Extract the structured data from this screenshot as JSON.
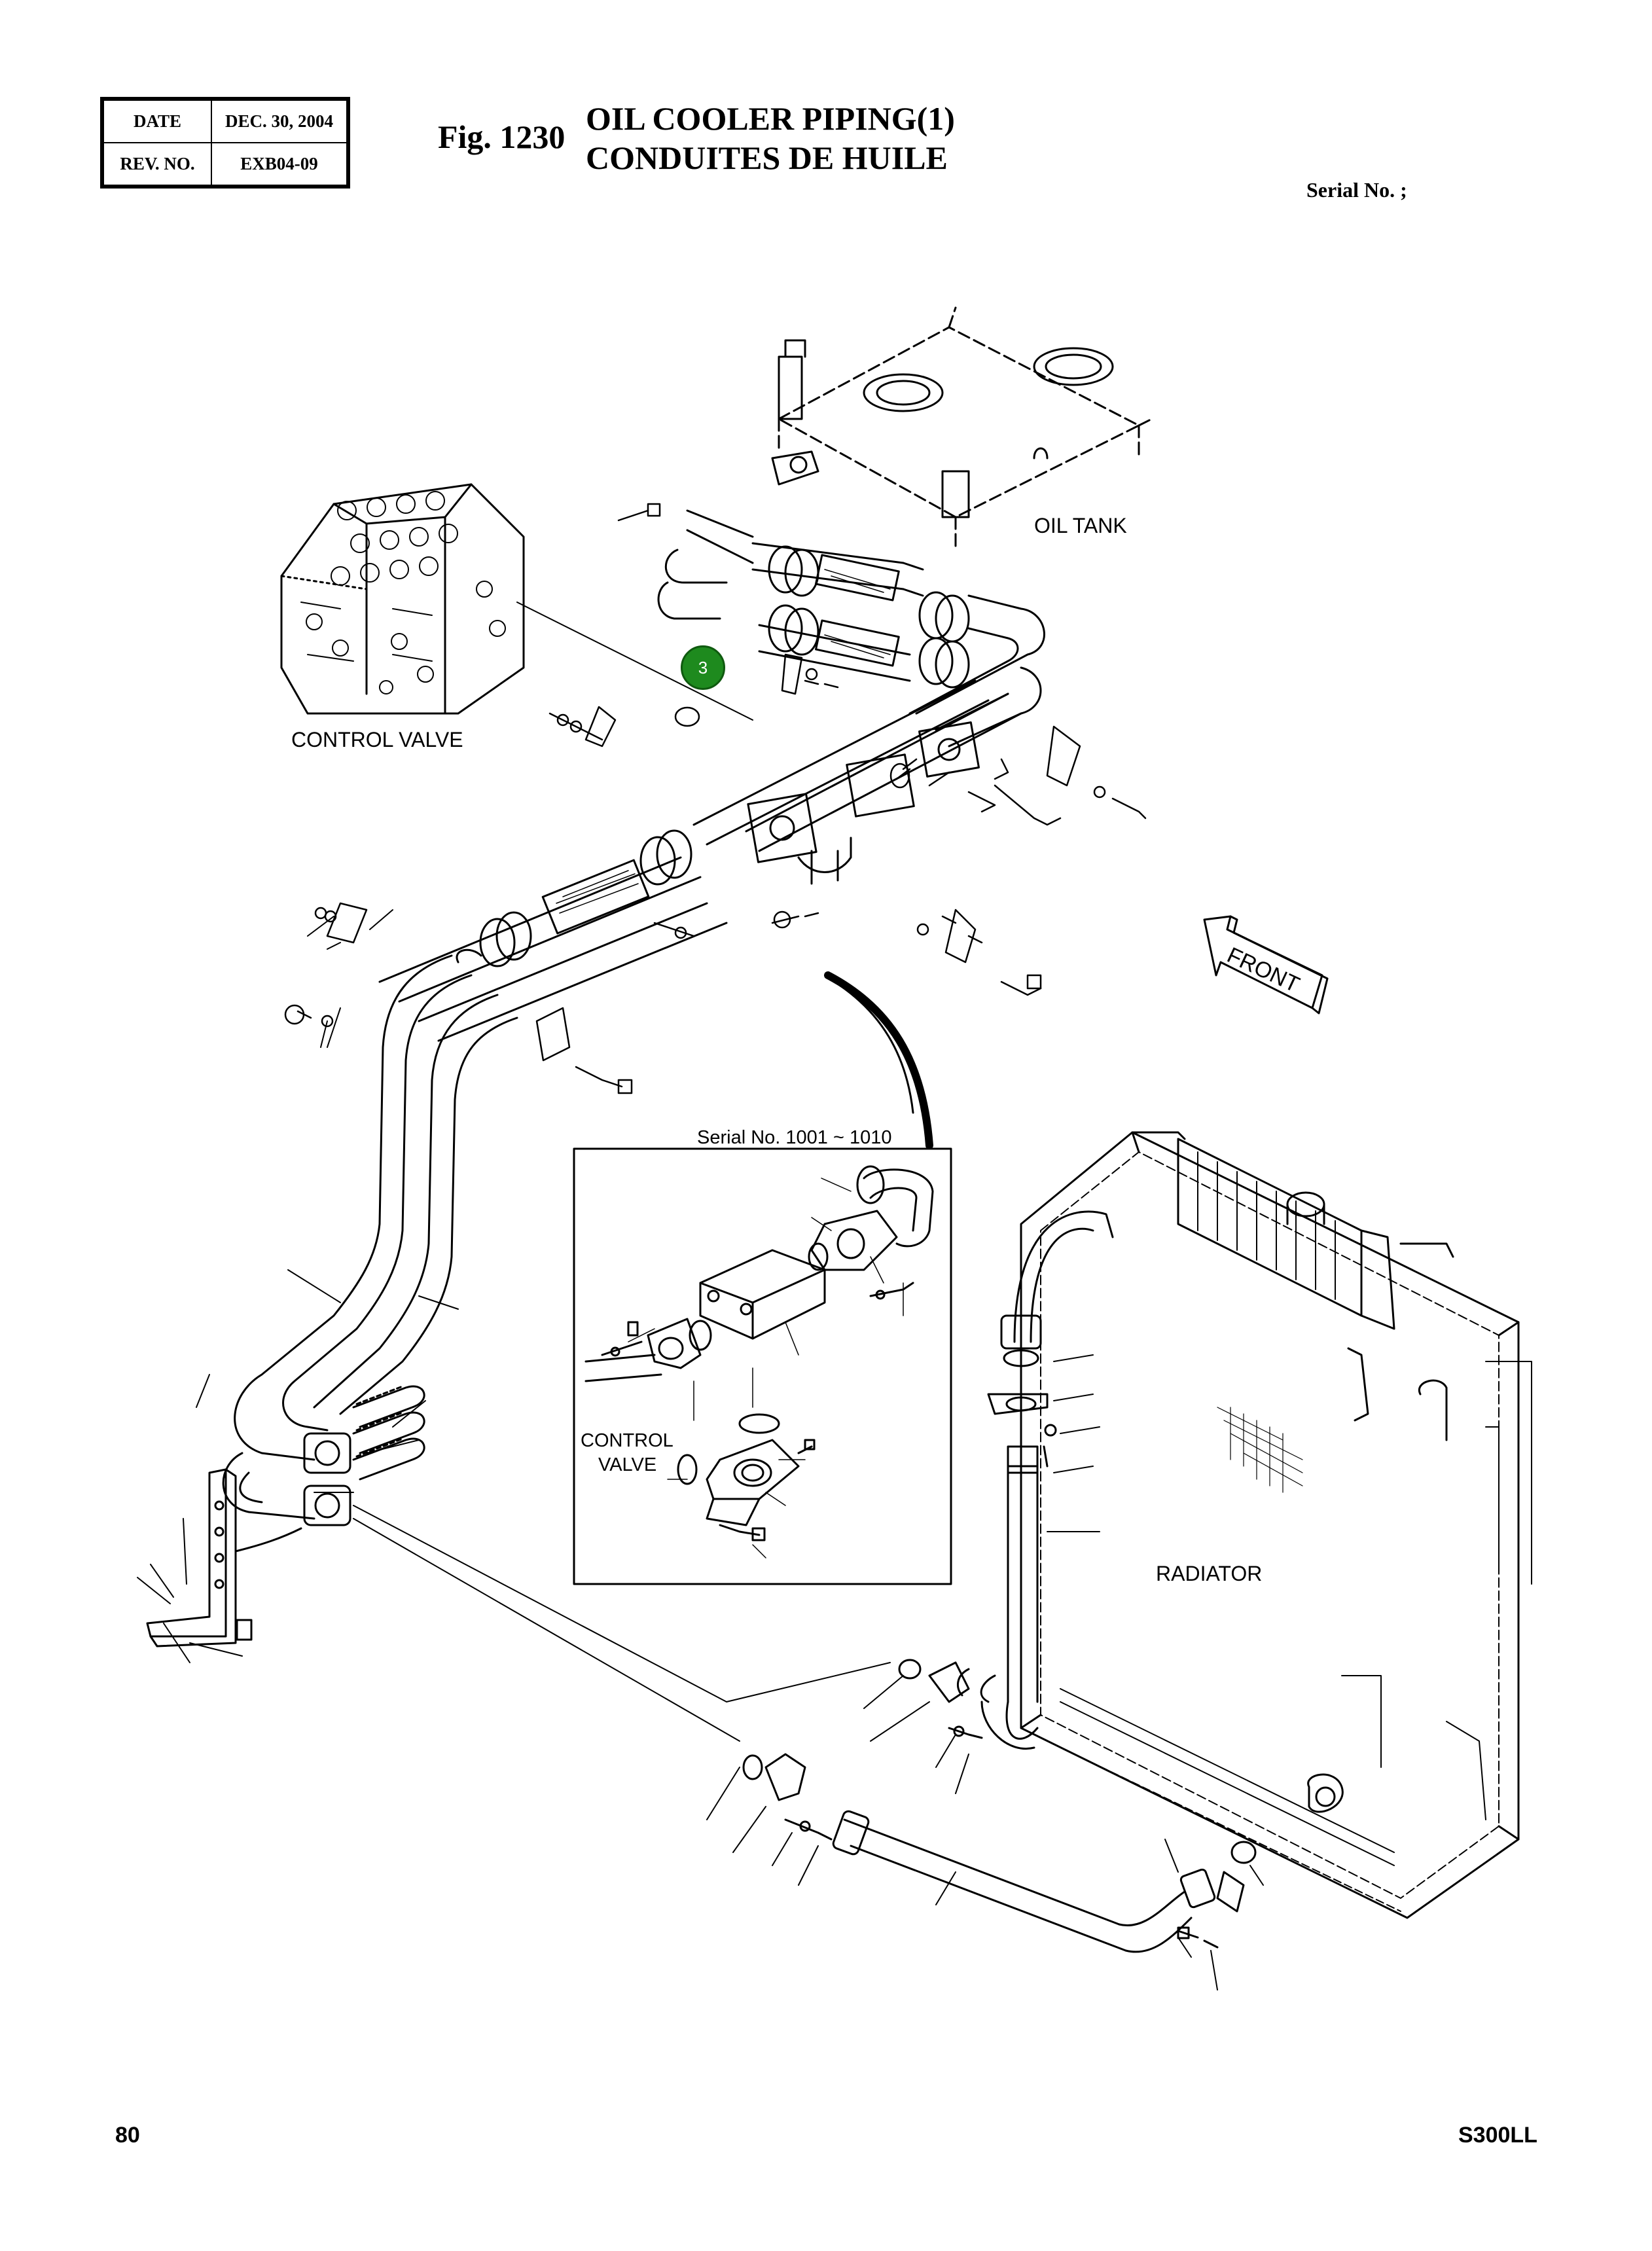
{
  "header": {
    "date_label": "DATE",
    "date_value": "DEC. 30, 2004",
    "rev_label": "REV. NO.",
    "rev_value": "EXB04-09",
    "fig_number": "Fig. 1230",
    "title_en": "OIL COOLER PIPING(1)",
    "title_fr": "CONDUITES DE HUILE",
    "serial_label": "Serial No. ;"
  },
  "diagram_labels": {
    "oil_tank": "OIL TANK",
    "control_valve": "CONTROL VALVE",
    "front": "FRONT",
    "radiator": "RADIATOR",
    "inset_serial": "Serial No. 1001 ~ 1010",
    "inset_control": "CONTROL",
    "inset_valve": "VALVE"
  },
  "callouts": [
    {
      "number": "3",
      "color": "#1e8a1e"
    }
  ],
  "footer": {
    "page_number": "80",
    "model": "S300LL"
  }
}
